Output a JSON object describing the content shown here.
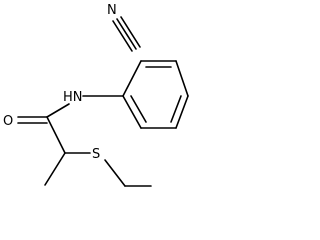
{
  "molecule": {
    "atoms": {
      "nitrile_n": "N",
      "amide_nh": "HN",
      "carbonyl_o": "O",
      "thioether_s": "S"
    },
    "colors": {
      "bond": "#000000",
      "label": "#000000",
      "background": "#ffffff"
    }
  }
}
